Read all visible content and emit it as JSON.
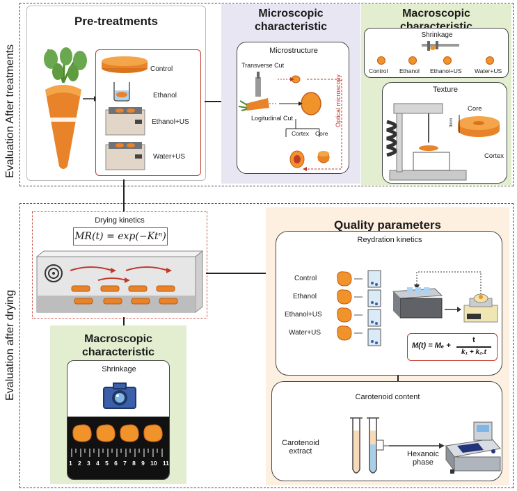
{
  "labels": {
    "eval_after_treatments": "Evaluation After treatments",
    "eval_after_drying": "Evaluation after drying"
  },
  "pretreatments": {
    "title": "Pre-treatments",
    "items": [
      "Control",
      "Ethanol",
      "Ethanol+US",
      "Water+US"
    ]
  },
  "microscopic": {
    "title_line1": "Microscopic",
    "title_line2": "characteristic",
    "box_title": "Microstructure",
    "transverse": "Transverse Cut",
    "longitudinal": "Logitudinal Cut",
    "optical": "Optical microscopy",
    "cortex": "Cortex",
    "core": "Core"
  },
  "macroscopic_top": {
    "title_line1": "Macroscopic",
    "title_line2": "characteristic",
    "shrinkage": "Shrinkage",
    "items": [
      "Control",
      "Ethanol",
      "Ethanol+US",
      "Water+US"
    ],
    "texture": "Texture",
    "core": "Core",
    "cortex": "Cortex",
    "dim": "3mm"
  },
  "drying": {
    "title": "Drying kinetics",
    "equation": "MR(t) = exp(−Ktⁿ)"
  },
  "macroscopic_bottom": {
    "title_line1": "Macroscopic",
    "title_line2": "characteristic",
    "shrinkage": "Shrinkage",
    "ruler": [
      "1",
      "2",
      "3",
      "4",
      "5",
      "6",
      "7",
      "8",
      "9",
      "10",
      "11"
    ]
  },
  "quality": {
    "title": "Quality parameters",
    "rehydration_title": "Reydration kinetics",
    "items": [
      "Control",
      "Ethanol",
      "Ethanol+US",
      "Water+US"
    ],
    "eq_left": "M(t) = Mₑ +",
    "eq_num": "t",
    "eq_den": "k₁ + k₂.t",
    "carotenoid_title": "Carotenoid content",
    "extract_line1": "Carotenoid",
    "extract_line2": "extract",
    "hexanoic_line1": "Hexanoic",
    "hexanoic_line2": "phase"
  },
  "colors": {
    "purple_bg": "#e8e6f3",
    "green_bg": "#e3edcf",
    "peach_bg": "#fdf0e1",
    "red": "#c0392b",
    "orange": "#f0932b"
  }
}
